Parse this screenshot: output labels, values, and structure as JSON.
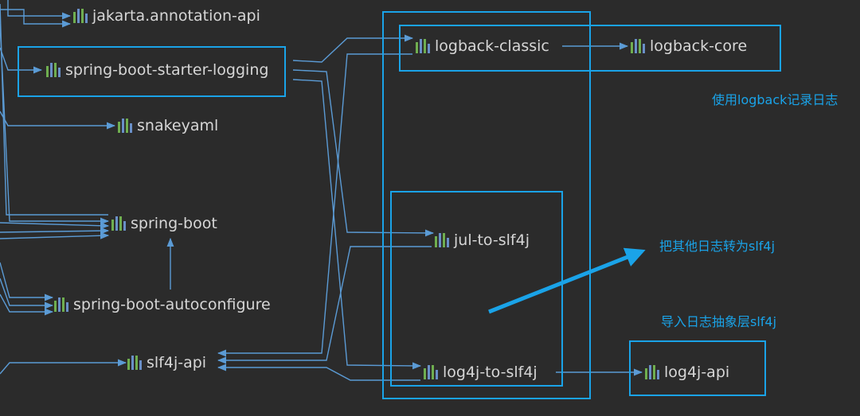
{
  "nodes": {
    "jakarta_annotation_api": {
      "label": "jakarta.annotation-api"
    },
    "spring_boot_starter_logging": {
      "label": "spring-boot-starter-logging"
    },
    "snakeyaml": {
      "label": "snakeyaml"
    },
    "spring_boot": {
      "label": "spring-boot"
    },
    "spring_boot_autoconfigure": {
      "label": "spring-boot-autoconfigure"
    },
    "slf4j_api": {
      "label": "slf4j-api"
    },
    "logback_classic": {
      "label": "logback-classic"
    },
    "logback_core": {
      "label": "logback-core"
    },
    "jul_to_slf4j": {
      "label": "jul-to-slf4j"
    },
    "log4j_to_slf4j": {
      "label": "log4j-to-slf4j"
    },
    "log4j_api": {
      "label": "log4j-api"
    }
  },
  "annotations": {
    "logback_note": "使用logback记录日志",
    "bridge_note": "把其他日志转为slf4j",
    "abstraction_note": "导入日志抽象层slf4j"
  },
  "colors": {
    "background": "#2b2b2b",
    "edge": "#5b9bd5",
    "highlight": "#1aa3e8",
    "text": "#d6d6d6",
    "icon_green": "#6fae4f",
    "icon_blue": "#6a8fc8"
  },
  "icon": "module-icon"
}
